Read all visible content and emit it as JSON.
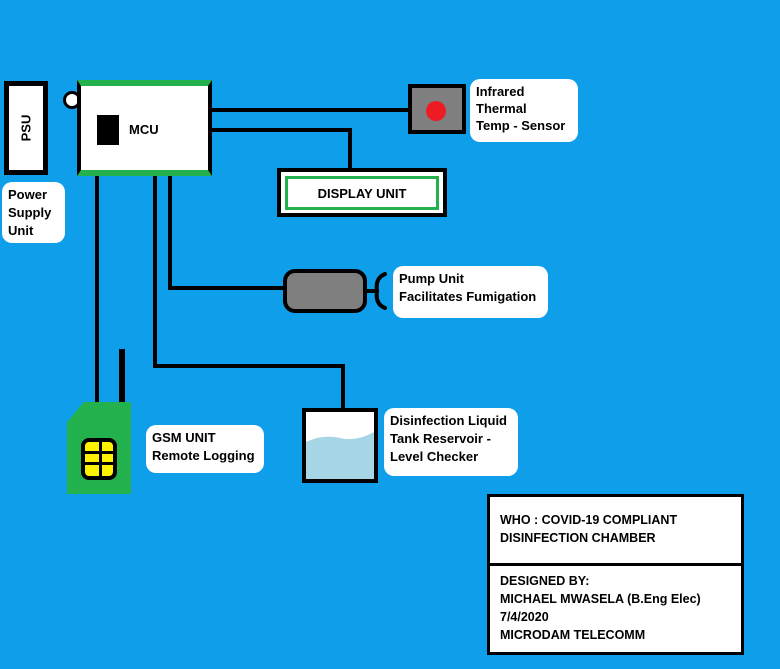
{
  "colors": {
    "background": "#0f9fea",
    "wire": "#000000",
    "pcb_green": "#22b14c",
    "module_gray": "#7f7f7f",
    "sensor_red": "#ed1c24",
    "sim_yellow": "#fff200",
    "liquid": "#a6d5e6"
  },
  "icons": {
    "sensor": "red-dot-icon",
    "pump": "pump-icon",
    "tank": "tank-icon",
    "gsm": "sim-card-icon"
  },
  "mcu": {
    "label": "MCU"
  },
  "psu": {
    "label": "PSU",
    "caption": [
      "Power",
      "Supply",
      "Unit"
    ]
  },
  "sensor": {
    "caption": [
      "Infrared",
      "Thermal",
      "Temp - Sensor"
    ]
  },
  "display": {
    "label": "DISPLAY UNIT"
  },
  "pump": {
    "caption": [
      "Pump Unit",
      "Facilitates Fumigation"
    ]
  },
  "tank": {
    "caption": [
      "Disinfection Liquid",
      "Tank Reservoir -",
      "Level Checker"
    ]
  },
  "gsm": {
    "caption": [
      "GSM UNIT",
      "Remote Logging"
    ]
  },
  "title_block": {
    "title": [
      "WHO : COVID-19 COMPLIANT",
      "DISINFECTION CHAMBER"
    ],
    "designer": [
      "DESIGNED BY:",
      "MICHAEL MWASELA (B.Eng Elec)",
      "7/4/2020",
      "MICRODAM TELECOMM"
    ]
  }
}
